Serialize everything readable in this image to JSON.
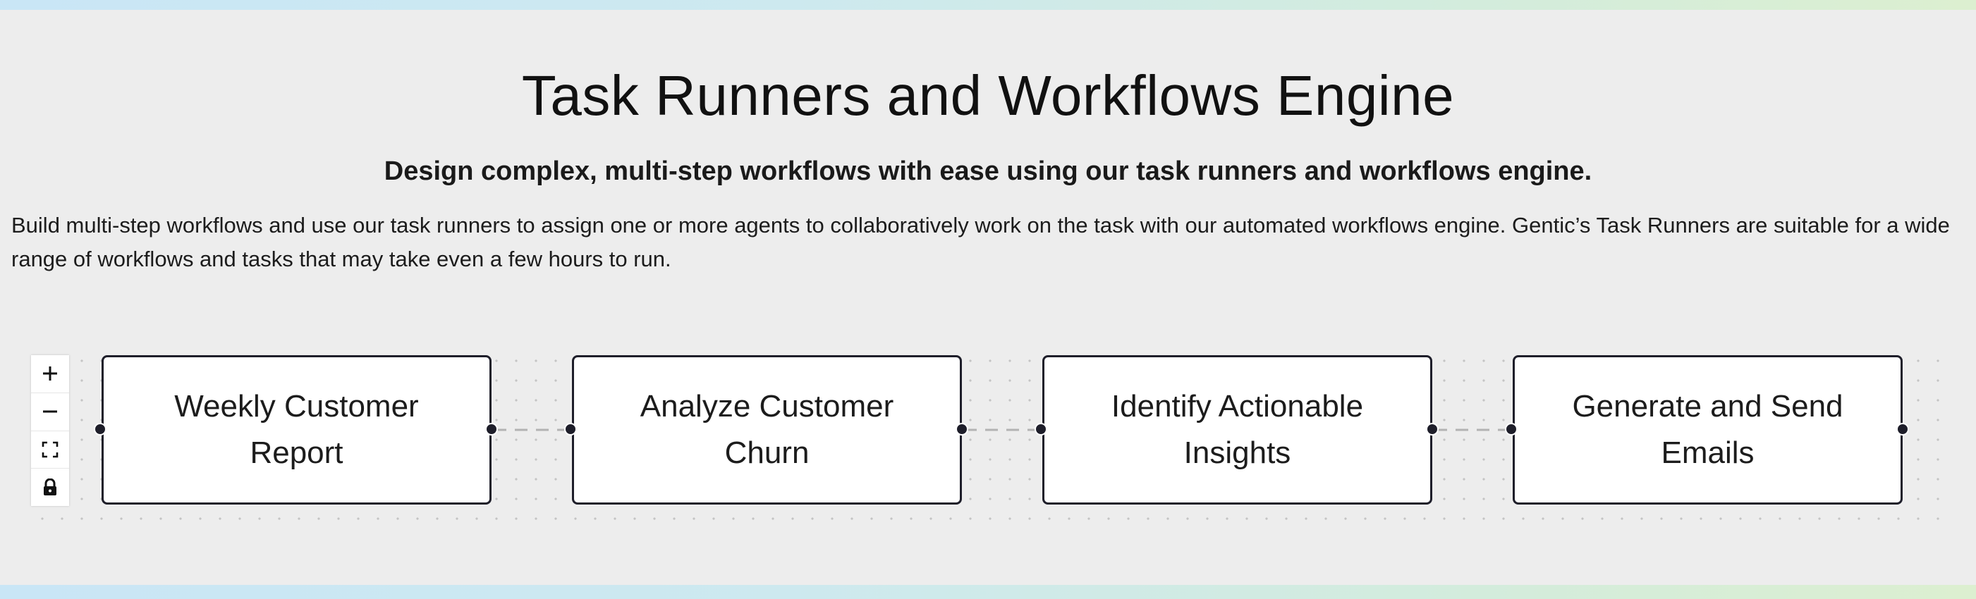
{
  "header": {
    "title": "Task Runners and Workflows Engine",
    "subtitle": "Design complex, multi-step workflows with ease using our task runners and workflows engine.",
    "description": "Build multi-step workflows and use our task runners to assign one or more agents to collaboratively work on the task with our automated workflows engine. Gentic’s Task Runners are suitable for a wide range of workflows and tasks that may take even a few hours to run."
  },
  "flow": {
    "controls": [
      {
        "name": "zoom-in-button",
        "icon": "plus-icon"
      },
      {
        "name": "zoom-out-button",
        "icon": "minus-icon"
      },
      {
        "name": "fit-view-button",
        "icon": "fit-view-icon"
      },
      {
        "name": "lock-button",
        "icon": "lock-icon"
      }
    ],
    "nodes": [
      {
        "label": "Weekly Customer Report"
      },
      {
        "label": "Analyze Customer Churn"
      },
      {
        "label": "Identify Actionable Insights"
      },
      {
        "label": "Generate and Send Emails"
      }
    ],
    "edge_style": "dashed",
    "colors": {
      "node_border": "#1e1e2a",
      "edge": "#b3b3b3",
      "background": "#ededed"
    }
  }
}
